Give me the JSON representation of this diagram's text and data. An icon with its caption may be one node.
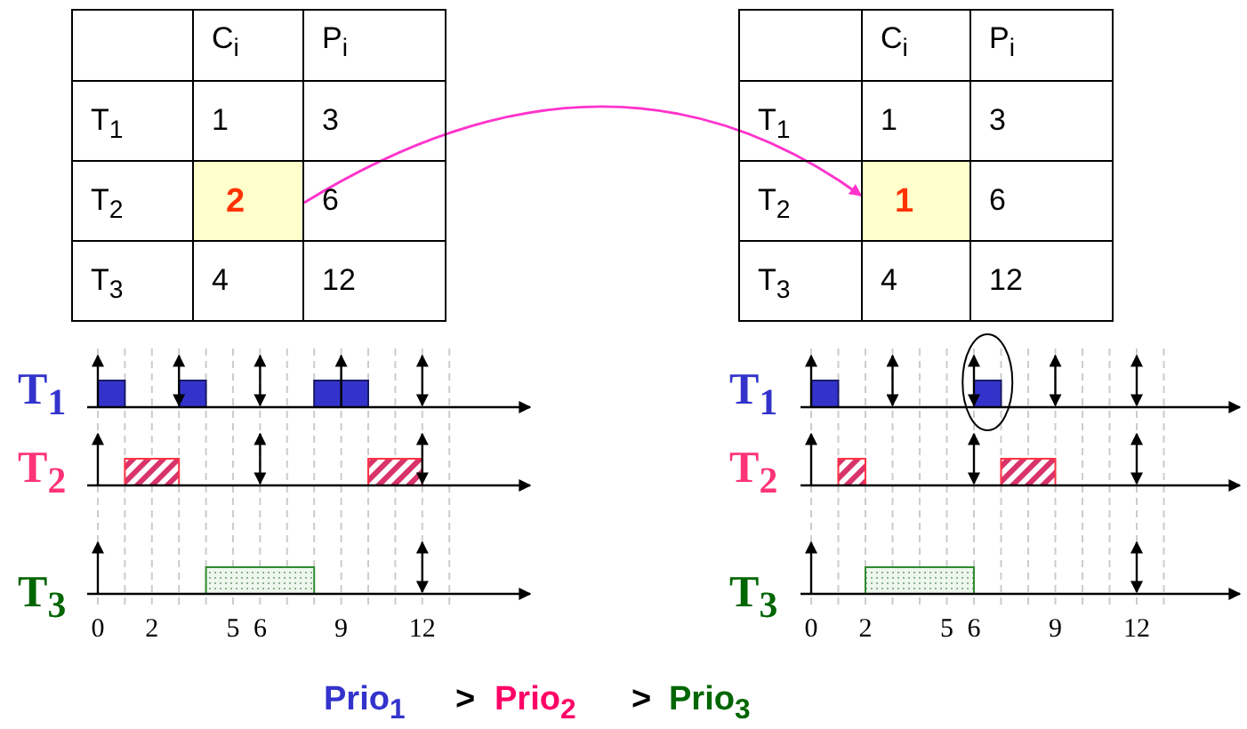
{
  "diagram": {
    "nodes": [
      {
        "text": [
          "2"
        ]
      },
      {
        "text": [
          "1"
        ]
      }
    ],
    "edges": [
      {
        "from": 0,
        "to": 1,
        "arrow": "to",
        "color": "#ff33cc"
      }
    ],
    "labels": [
      "C$_{i}$",
      "P$_{i}$",
      "T$_{1}$",
      "1",
      "3",
      "T$_{2}$",
      "6",
      "T$_{3}$",
      "4",
      "12",
      "C$_{i}$",
      "P$_{i}$",
      "T$_{1}$",
      "1",
      "3",
      "T$_{2}$",
      "6",
      "T$_{3}$",
      "4",
      "12",
      "T$_{1}$",
      "T$_{2}$",
      "T$_{3}$",
      "0",
      "2",
      "5",
      "6",
      "9",
      "12",
      "T$_{1}$",
      "T$_{2}$",
      "T$_{3}$",
      "0",
      "2",
      "5",
      "6",
      "9",
      "12",
      "Prio$_{1}$",
      ">",
      "Prio$_{2}$",
      ">",
      "Prio$_{3}$"
    ]
  }
}
